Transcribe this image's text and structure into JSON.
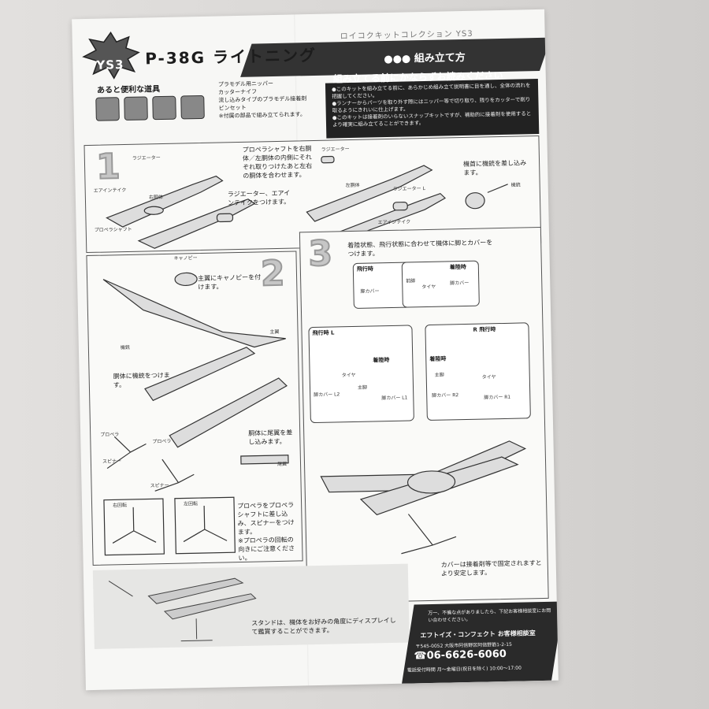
{
  "header": {
    "badge": "YS3",
    "title": "P-38G ライトニング",
    "series": "ロイコクキットコレクション YS3",
    "assembly": "●●● 組み立て方",
    "read_first": "組み立てる前にかならずお読みください"
  },
  "tools": {
    "title": "あると便利な道具",
    "items": [
      "プラモデル用ニッパー",
      "カッターナイフ",
      "流し込みタイプのプラモデル接着剤",
      "ピンセット"
    ],
    "note": "※付属の部品で組み立てられます。"
  },
  "notes": {
    "lines": [
      "●このキットを組み立てる前に、あらかじめ組み立て説明書に目を通し、全体の流れを把握してください。",
      "●ランナーからパーツを取り外す際にはニッパー等で切り取り、残りをカッターで削り取るようにきれいに仕上げます。",
      "●このキットは接着剤のいらないスナップキットですが、補助的に接着剤を使用するとより確実に組み立てることができます。"
    ]
  },
  "step1": {
    "num": "1",
    "caption_a": "プロペラシャフトを右胴体／左胴体の内側にそれぞれ取りつけたあと左右の胴体を合わせます。",
    "caption_b": "ラジエーター、エアインテイクをつけます。",
    "caption_c": "機首に機銃を差し込みます。",
    "labels": [
      "ラジエーター",
      "エアインテイク",
      "右胴体",
      "プロペラシャフト",
      "左胴体",
      "ラジエーター L",
      "ラジエーター",
      "エアインテイク",
      "機銃"
    ]
  },
  "step2": {
    "num": "2",
    "caption_a": "主翼にキャノピーを付けます。",
    "caption_b": "胴体に機銃をつけます。",
    "caption_c": "胴体に尾翼を差し込みます。",
    "caption_d": "プロペラをプロペラシャフトに差し込み、スピナーをつけます。",
    "caption_e": "※プロペラの回転の向きにご注意ください。",
    "labels": [
      "キャノピー",
      "主翼",
      "機銃",
      "プロペラ",
      "スピナー",
      "プロペラ",
      "スピナー",
      "尾翼",
      "右回転",
      "左回転"
    ]
  },
  "step3": {
    "num": "3",
    "caption_a": "着陸状態、飛行状態に合わせて機体に脚とカバーをつけます。",
    "caption_b": "カバーは接着剤等で固定されますとより安定します。",
    "boxes": {
      "top_left": "飛行時",
      "top_right": "着陸時",
      "left": "飛行時 L",
      "left_sub": "着陸時",
      "right": "R 飛行時",
      "right_sub": "着陸時"
    },
    "labels": [
      "脚カバー",
      "前脚",
      "タイヤ",
      "脚カバー",
      "タイヤ",
      "主脚",
      "脚カバー L2",
      "脚カバー L1",
      "主脚",
      "タイヤ",
      "脚カバー R2",
      "脚カバー R1"
    ]
  },
  "stand": {
    "caption": "スタンドは、機体をお好みの角度にディスプレイして鑑賞することができます。"
  },
  "footer": {
    "notice": "万一、不備な点がありましたら、下記お客様相談室にお問い合わせください。",
    "company": "エフトイズ・コンフェクト お客様相談室",
    "address": "〒545-0052 大阪市阿倍野区阿倍野筋1-2-15",
    "phone": "☎06-6626-6060",
    "hours": "電話受付時間 月〜金曜日(祝日を除く) 10:00〜17:00"
  },
  "colors": {
    "paper": "#f7f7f5",
    "ink": "#1c1c1c",
    "dark_band": "#2a2a2a",
    "step_grey": "#c6c6c6"
  }
}
